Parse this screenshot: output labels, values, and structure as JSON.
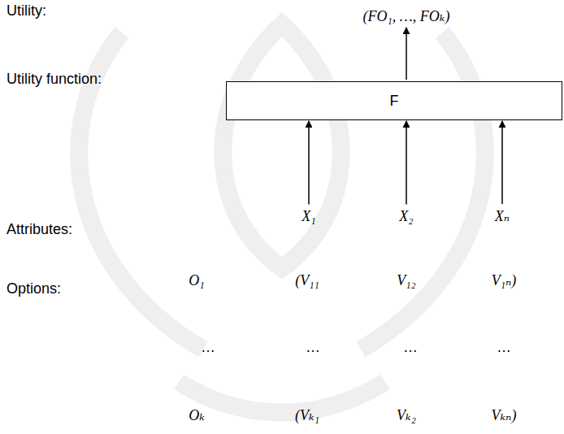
{
  "diagram": {
    "nodes": [
      {
        "text": [
          "(FO₁, …, FOₖ)"
        ]
      },
      {
        "text": [
          "F"
        ]
      },
      {
        "text": [
          "X₁"
        ]
      },
      {
        "text": [
          "X₂"
        ]
      },
      {
        "text": [
          "Xₙ"
        ]
      }
    ],
    "edges": [
      {
        "from": 2,
        "to": 1,
        "arrow": "to"
      },
      {
        "from": 3,
        "to": 1,
        "arrow": "to"
      },
      {
        "from": 4,
        "to": 1,
        "arrow": "to"
      },
      {
        "from": 1,
        "to": 0,
        "arrow": "to"
      }
    ],
    "labels": [
      "Utility:",
      "Utility function:",
      "Attributes:",
      "Options:",
      "O₁",
      "(V₁₁",
      "V₁₂",
      "V₁ₙ)",
      "…",
      "…",
      "…",
      "…",
      "Oₖ",
      "(Vₖ₁",
      "Vₖ₂",
      "Vₖₙ)"
    ]
  }
}
